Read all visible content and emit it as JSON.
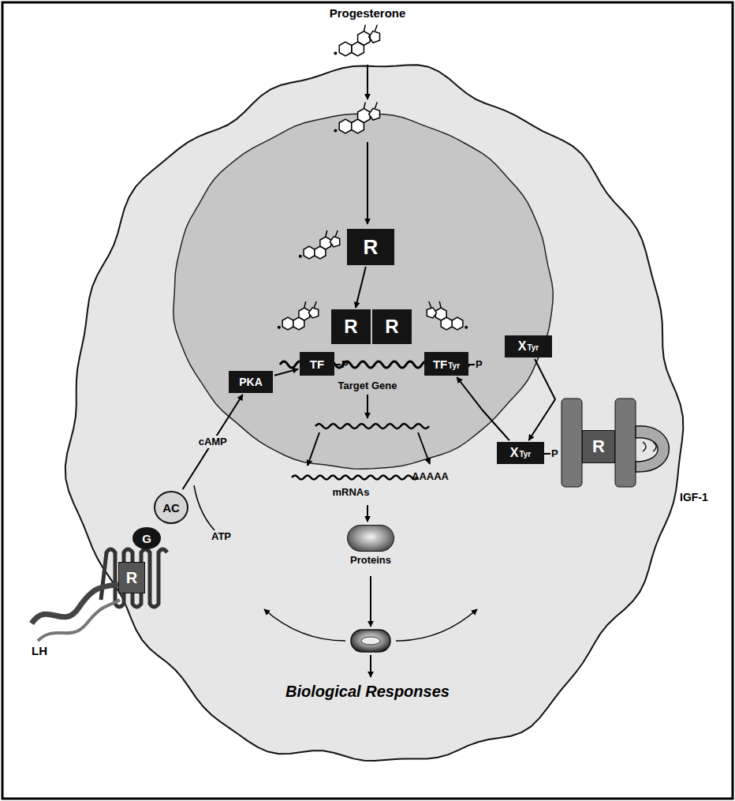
{
  "diagram": {
    "nodes": [
      {
        "text": [
          "R"
        ]
      },
      {
        "text": [
          "R"
        ]
      },
      {
        "text": [
          "R"
        ]
      },
      {
        "text": [
          "PKA"
        ]
      },
      {
        "text": [
          "TF",
          "P"
        ]
      },
      {
        "text": [
          "TF",
          "Tyr",
          "P"
        ]
      },
      {
        "text": [
          "X",
          "Tyr"
        ]
      },
      {
        "text": [
          "R"
        ]
      },
      {
        "text": [
          "X",
          "Tyr",
          "P"
        ]
      },
      {
        "text": [
          "AC"
        ]
      },
      {
        "text": [
          "G"
        ]
      },
      {
        "text": [
          "R"
        ]
      },
      {
        "text": [
          "Proteins"
        ]
      }
    ],
    "edges": [
      {
        "from": 0,
        "to": 1,
        "arrow": "to"
      },
      {
        "from": 3,
        "to": 4,
        "arrow": "to"
      },
      {
        "from": 9,
        "to": 3,
        "label": "cAMP",
        "arrow": "to"
      },
      {
        "from": 6,
        "to": 8,
        "arrow": "to"
      },
      {
        "from": 8,
        "to": 5,
        "arrow": "to"
      }
    ],
    "labels": [
      "Progesterone",
      "Target Gene",
      "ATP",
      "LH",
      "IGF-1",
      "mRNAs",
      "AAAAA",
      "Biological Responses"
    ]
  }
}
